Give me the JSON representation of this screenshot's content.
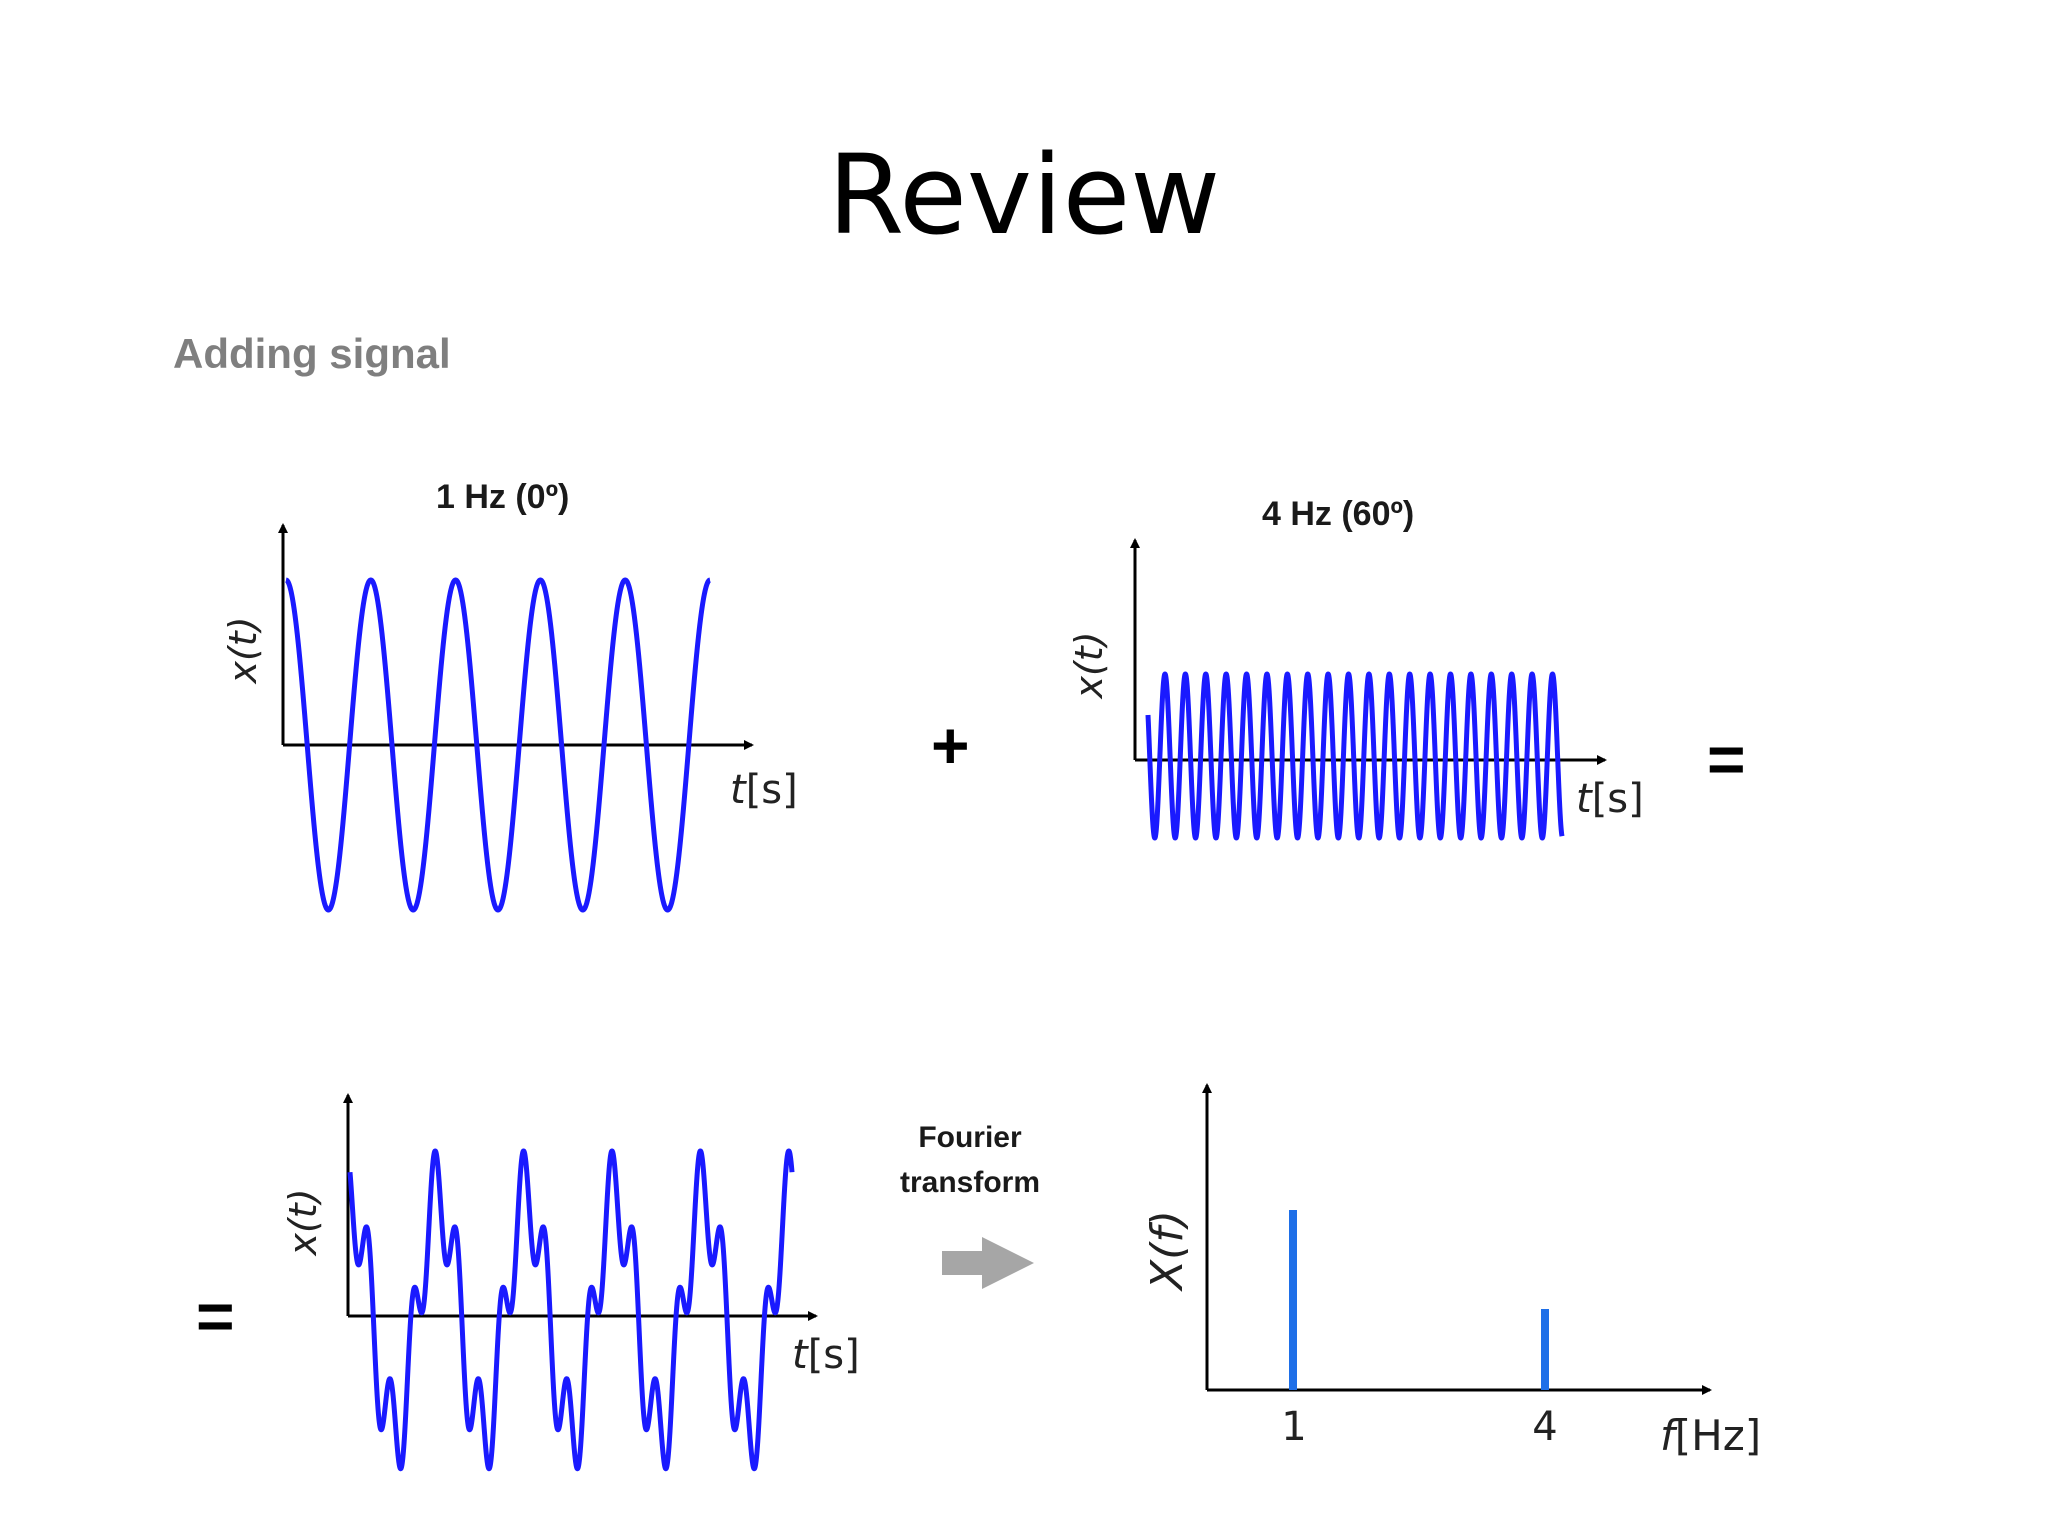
{
  "slide": {
    "title": "Review",
    "subtitle": "Adding signal"
  },
  "panels": {
    "signal_1hz": {
      "label": "1 Hz (0º)",
      "ylabel": "x(t)",
      "xlabel_var": "t",
      "xlabel_unit": "[s]"
    },
    "signal_4hz": {
      "label": "4 Hz (60º)",
      "ylabel": "x(t)",
      "xlabel_var": "t",
      "xlabel_unit": "[s]"
    },
    "signal_sum": {
      "ylabel": "x(t)",
      "xlabel_var": "t",
      "xlabel_unit": "[s]"
    },
    "spectrum": {
      "ylabel": "X(f)",
      "xlabel_var": "f",
      "xlabel_unit": "[Hz]",
      "tick_1": "1",
      "tick_4": "4"
    }
  },
  "operators": {
    "plus": "+",
    "equals_right": "=",
    "equals_left": "="
  },
  "fourier": {
    "line1": "Fourier",
    "line2": "transform",
    "arrow_icon": "right-arrow-icon"
  },
  "colors": {
    "wave": "#1a1aff",
    "spectrum_bar": "#1e6fe8",
    "arrow": "#a6a6a6",
    "subtitle": "#7f7f7f"
  }
}
